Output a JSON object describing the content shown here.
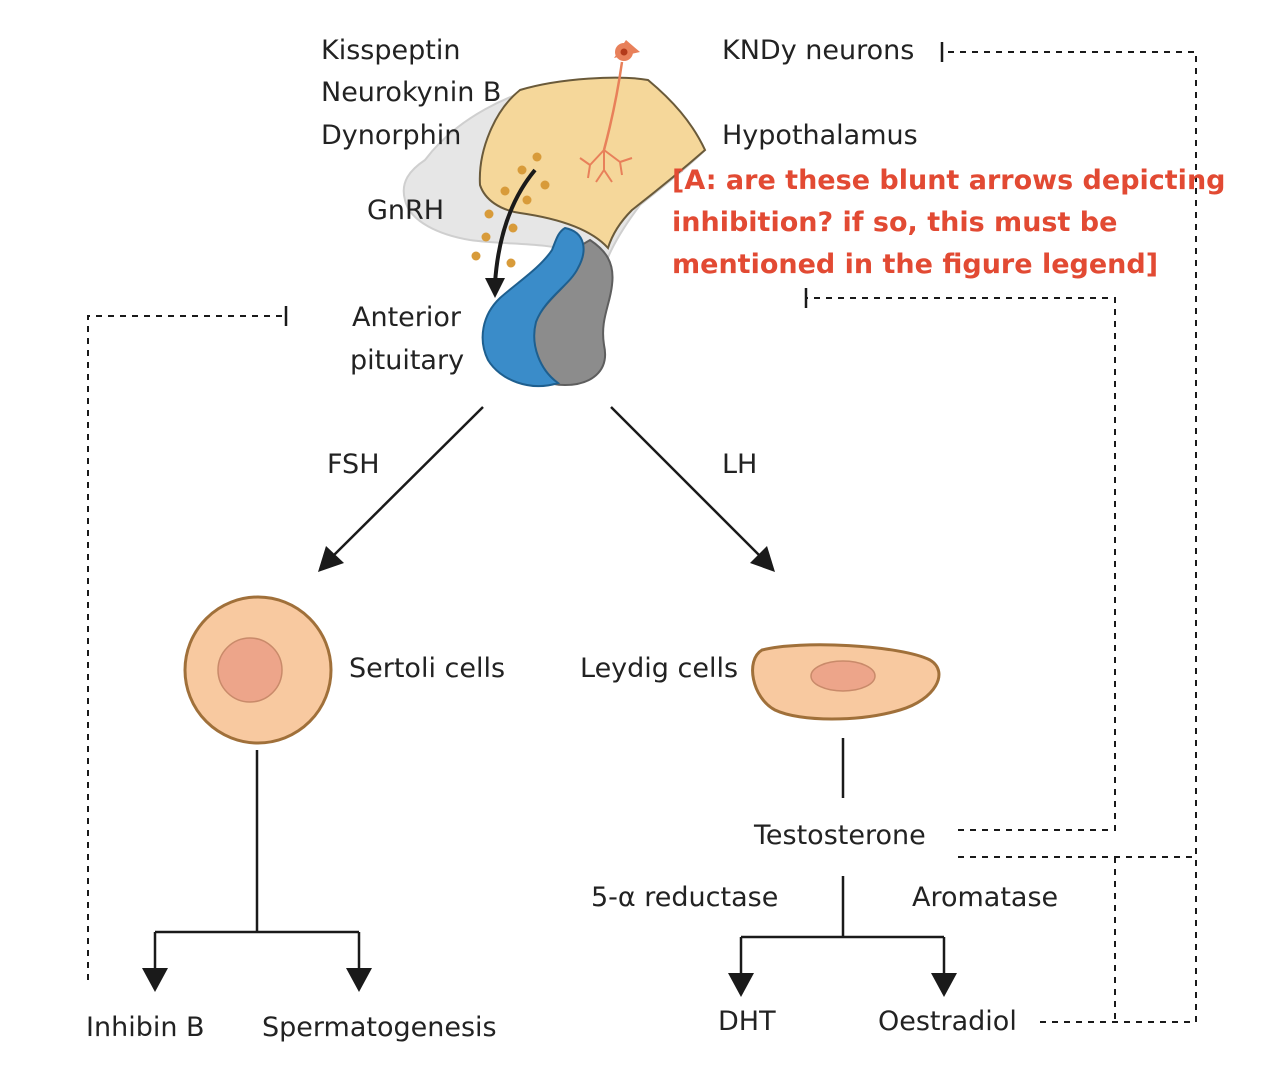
{
  "labels": {
    "kisspeptin": "Kisspeptin",
    "neurokynin": "Neurokynin B",
    "dynorphin": "Dynorphin",
    "kndy": "KNDy neurons",
    "hypothalamus": "Hypothalamus",
    "gnrh": "GnRH",
    "anterior_pituitary_1": "Anterior",
    "anterior_pituitary_2": "pituitary",
    "fsh": "FSH",
    "lh": "LH",
    "sertoli": "Sertoli cells",
    "leydig": "Leydig cells",
    "testosterone": "Testosterone",
    "reductase": "5-α reductase",
    "aromatase": "Aromatase",
    "inhibin": "Inhibin B",
    "spermatogenesis": "Spermatogenesis",
    "dht": "DHT",
    "oestradiol": "Oestradiol"
  },
  "annotation": {
    "line1": "[A: are these blunt arrows depicting",
    "line2": "inhibition? if so, this must be",
    "line3": "mentioned in the figure legend]"
  },
  "colors": {
    "annotation": "#e24a33",
    "cell_fill": "#f8c9a0",
    "cell_stroke": "#a0703a",
    "nucleus": "#eda58a",
    "hypothalamus": "#f5d79a",
    "anterior_lobe": "#3a8cc9",
    "posterior_lobe": "#8c8c8c",
    "neuron": "#e8805a",
    "arrows": "#1a1a1a"
  }
}
